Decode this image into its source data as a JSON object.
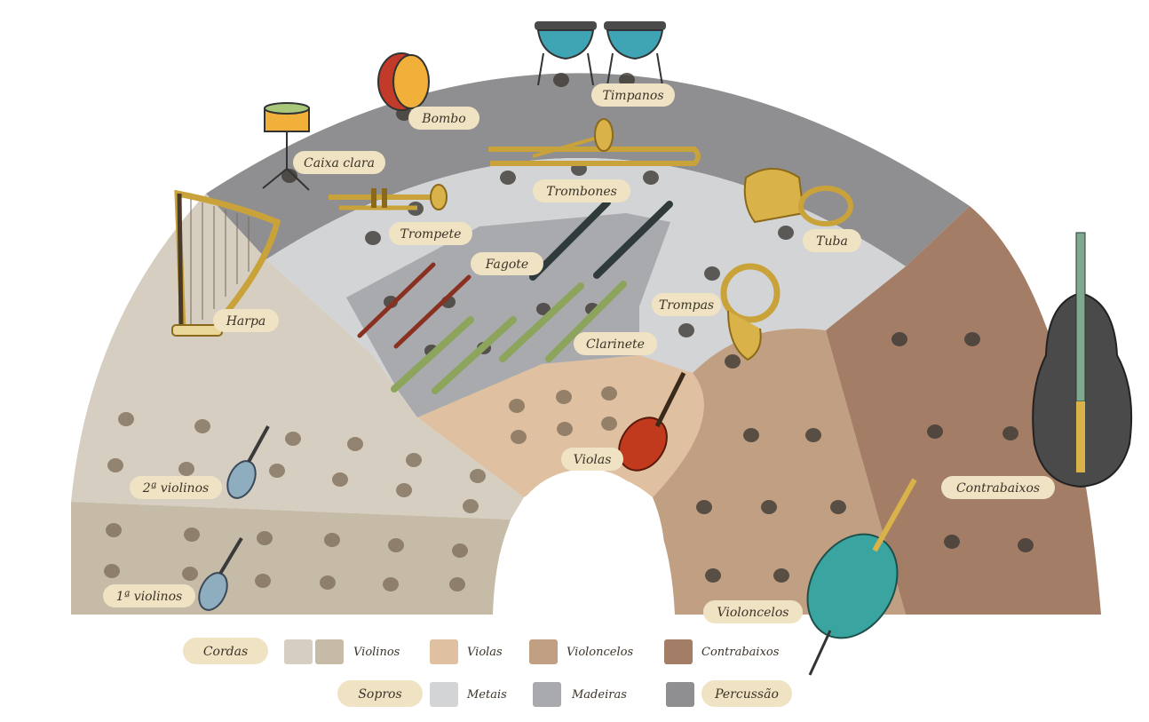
{
  "colors": {
    "percussion": "#8f8f91",
    "metals": "#d3d4d6",
    "woods": "#a9aaae",
    "violin2": "#d6cec0",
    "violin1": "#c6bba6",
    "violas": "#dfc0a0",
    "cellos": "#c19f82",
    "basses": "#a47d66",
    "label_bg": "#efe3c4"
  },
  "sections": {
    "timpanos": "Timpanos",
    "bombo": "Bombo",
    "caixa_clara": "Caixa clara",
    "trombones": "Trombones",
    "trompete": "Trompete",
    "tuba": "Tuba",
    "fagote": "Fagote",
    "trompas": "Trompas",
    "clarinete": "Clarinete",
    "harpa": "Harpa",
    "violas": "Violas",
    "violinos_2": "2ª violinos",
    "violinos_1": "1ª violinos",
    "contrabaixos": "Contrabaixos",
    "violoncelos": "Violoncelos"
  },
  "legend": {
    "cordas": "Cordas",
    "violinos": "Violinos",
    "violas": "Violas",
    "violoncelos": "Violoncelos",
    "contrabaixos": "Contrabaixos",
    "sopros": "Sopros",
    "metais": "Metais",
    "madeiras": "Madeiras",
    "percussao": "Percussão"
  }
}
